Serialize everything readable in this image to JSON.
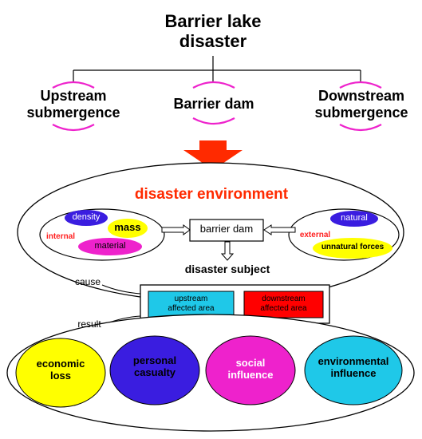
{
  "root": {
    "line1": "Barrier lake",
    "line2": "disaster"
  },
  "branches": [
    {
      "line1": "Upstream",
      "line2": "submergence"
    },
    {
      "line1": "Barrier dam",
      "line2": ""
    },
    {
      "line1": "Downstream",
      "line2": "submergence"
    }
  ],
  "environment": {
    "title": "disaster environment",
    "internal": {
      "label": "internal",
      "items": [
        "density",
        "mass",
        "material"
      ]
    },
    "center": "barrier dam",
    "external": {
      "label": "external",
      "items": [
        "natural",
        "unnatural forces"
      ]
    },
    "subject": "disaster subject"
  },
  "links": {
    "cause": "cause",
    "result": "result"
  },
  "affected": {
    "upstream": {
      "line1": "upstream",
      "line2": "affected area"
    },
    "downstream": {
      "line1": "downstream",
      "line2": "affected area"
    }
  },
  "results": [
    {
      "line1": "economic",
      "line2": "loss"
    },
    {
      "line1": "personal",
      "line2": "casualty"
    },
    {
      "line1": "social",
      "line2": "influence"
    },
    {
      "line1": "environmental",
      "line2": "influence"
    }
  ],
  "colors": {
    "accent_red": "#ff2a00",
    "magenta": "#ee22cc",
    "yellow": "#ffff00",
    "blue": "#3a1de0",
    "cyan": "#1fc8e8",
    "red_box": "#ff0000",
    "label_red": "#ff2020"
  }
}
